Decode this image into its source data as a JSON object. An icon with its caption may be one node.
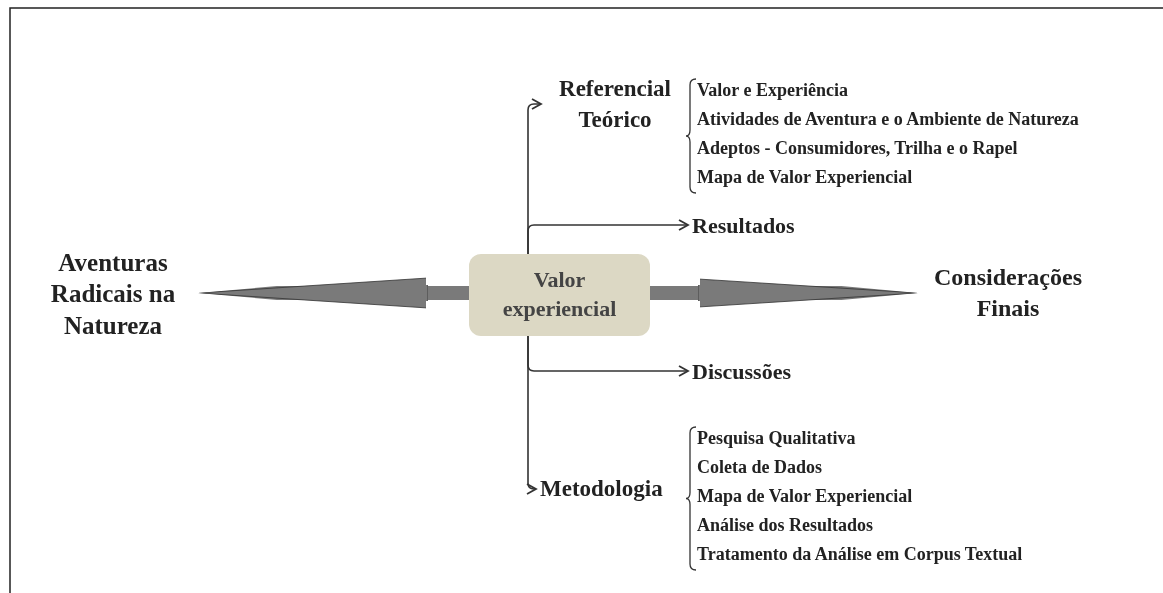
{
  "diagram": {
    "nodes": [
      {
        "text": [
          "Aventuras Radicais na Natureza"
        ]
      },
      {
        "text": [
          "Valor experiencial"
        ]
      },
      {
        "text": [
          "Considerações Finais"
        ]
      },
      {
        "text": [
          "Referencial Teórico"
        ],
        "beside": [
          "Valor e Experiência",
          "Atividades de Aventura e o Ambiente de Natureza",
          "Adeptos - Consumidores, Trilha e o Rapel",
          "Mapa de Valor Experiencial"
        ]
      },
      {
        "text": [
          "Resultados"
        ]
      },
      {
        "text": [
          "Discussões"
        ]
      },
      {
        "text": [
          "Metodologia"
        ],
        "beside": [
          "Pesquisa Qualitativa",
          "Coleta de Dados",
          "Mapa de Valor Experiencial",
          "Análise dos Resultados",
          "Tratamento da Análise em Corpus Textual"
        ]
      }
    ],
    "edges": [
      {
        "from": 1,
        "to": 0,
        "arrow": "to",
        "style": "thick"
      },
      {
        "from": 1,
        "to": 2,
        "arrow": "to",
        "style": "thick"
      },
      {
        "from": 1,
        "to": 3,
        "arrow": "to"
      },
      {
        "from": 1,
        "to": 4,
        "arrow": "to"
      },
      {
        "from": 1,
        "to": 5,
        "arrow": "to"
      },
      {
        "from": 1,
        "to": 6,
        "arrow": "to"
      }
    ]
  }
}
